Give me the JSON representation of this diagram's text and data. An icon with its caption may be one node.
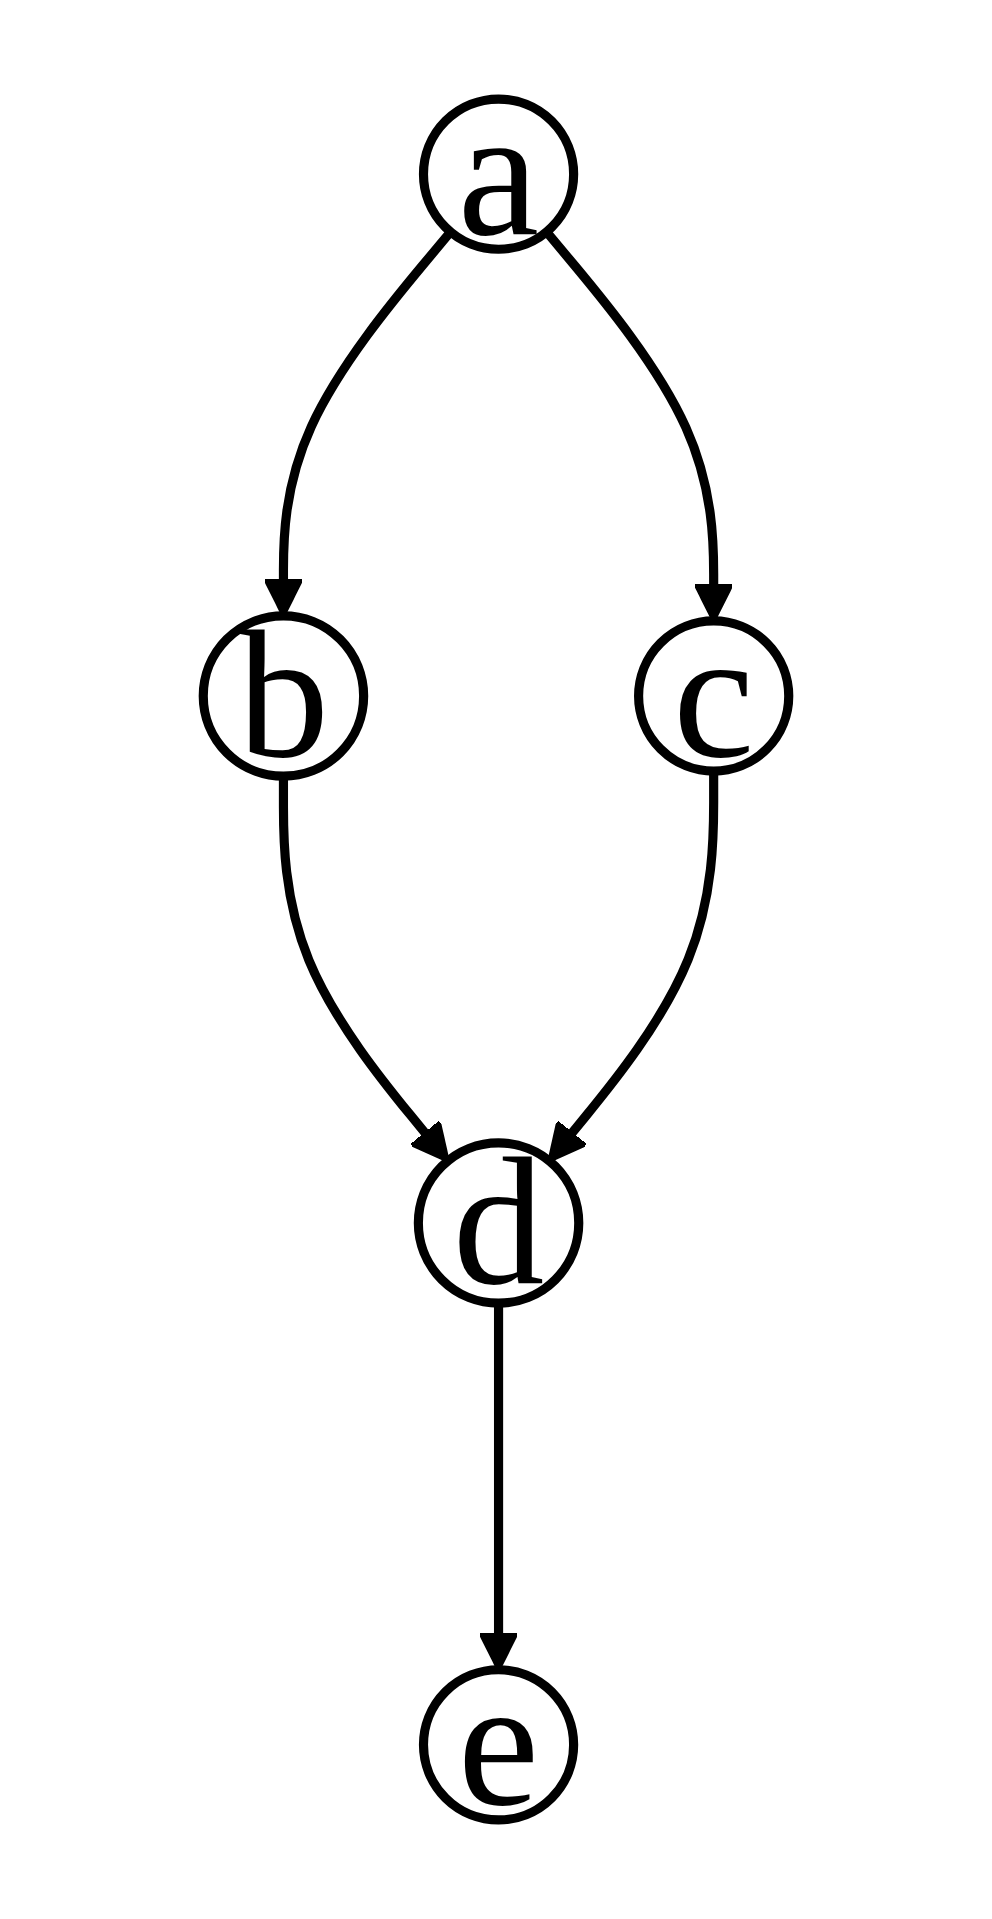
{
  "diagram": {
    "nodes": [
      {
        "text": [
          "a"
        ]
      },
      {
        "text": [
          "b"
        ]
      },
      {
        "text": [
          "c"
        ]
      },
      {
        "text": [
          "d"
        ]
      },
      {
        "text": [
          "e"
        ]
      }
    ],
    "edges": [
      {
        "from": 0,
        "to": 1,
        "arrow": "to"
      },
      {
        "from": 0,
        "to": 2,
        "arrow": "to"
      },
      {
        "from": 1,
        "to": 3,
        "arrow": "to"
      },
      {
        "from": 2,
        "to": 3,
        "arrow": "to"
      },
      {
        "from": 3,
        "to": 4,
        "arrow": "to"
      }
    ]
  }
}
